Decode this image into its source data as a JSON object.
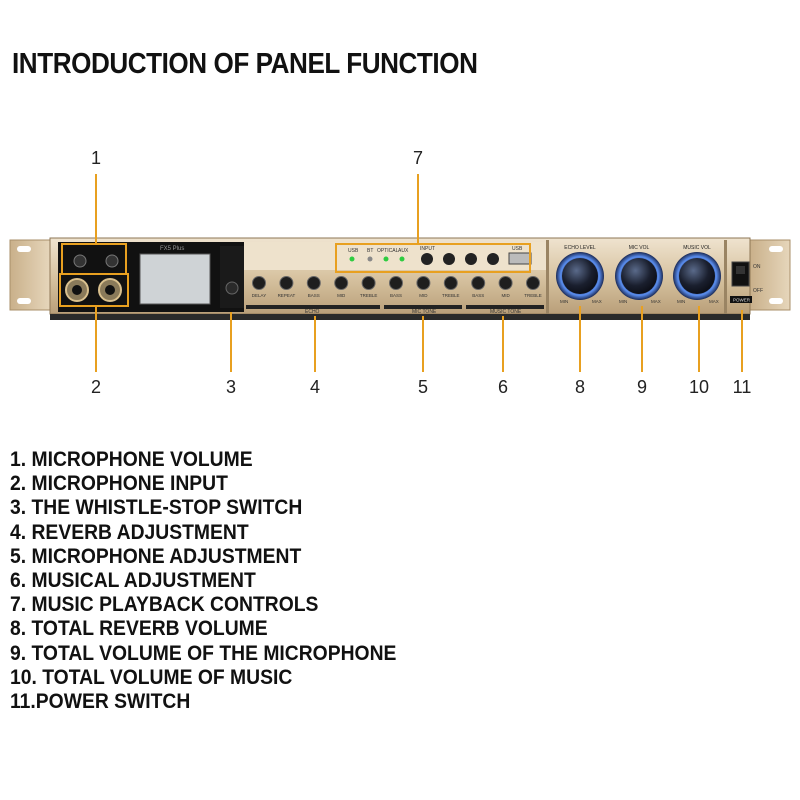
{
  "title": "INTRODUCTION OF PANEL FUNCTION",
  "callouts": [
    "1",
    "2",
    "3",
    "4",
    "5",
    "6",
    "7",
    "8",
    "9",
    "10",
    "11"
  ],
  "device": {
    "display_brand": "FX5 Plus",
    "indicators": [
      "USB",
      "BT",
      "OPTICAL",
      "AUX"
    ],
    "input_label": "INPUT",
    "usb_label": "USB",
    "knob_labels": [
      "DELAY",
      "REPEAT",
      "BASS",
      "MID",
      "TREBLE",
      "BASS",
      "MID",
      "TREBLE",
      "BASS",
      "MID",
      "TREBLE"
    ],
    "section_labels": [
      "ECHO",
      "MIC TONE",
      "MUSIC TONE"
    ],
    "big_knobs": [
      "ECHO LEVEL",
      "MIC VOL",
      "MUSIC VOL"
    ],
    "min_label": "MIN",
    "max_label": "MAX",
    "switch_on": "ON",
    "switch_off": "OFF",
    "power_label": "POWER",
    "colors": {
      "callout": "#e8a020",
      "panel": "#d9c7a8",
      "faceplate": "#111111"
    }
  },
  "legend": [
    "1. MICROPHONE VOLUME",
    "2. MICROPHONE INPUT",
    " 3. THE WHISTLE-STOP SWITCH",
    "4. REVERB ADJUSTMENT",
    "5. MICROPHONE ADJUSTMENT",
    "6. MUSICAL ADJUSTMENT",
    "7. MUSIC PLAYBACK CONTROLS",
    "8. TOTAL REVERB VOLUME",
    "9. TOTAL VOLUME OF THE MICROPHONE",
    "10. TOTAL VOLUME OF MUSIC",
    "11.POWER SWITCH"
  ]
}
